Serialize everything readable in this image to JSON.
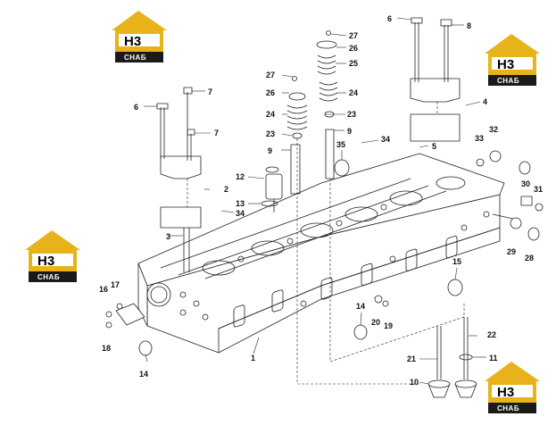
{
  "logo": {
    "main": "H3",
    "sub": "СНАБ"
  },
  "labels": [
    "1",
    "2",
    "3",
    "4",
    "5",
    "6",
    "6",
    "7",
    "7",
    "8",
    "9",
    "9",
    "10",
    "11",
    "12",
    "13",
    "14",
    "14",
    "15",
    "16",
    "17",
    "18",
    "19",
    "20",
    "21",
    "22",
    "23",
    "23",
    "24",
    "24",
    "25",
    "26",
    "26",
    "27",
    "27",
    "28",
    "29",
    "30",
    "31",
    "32",
    "33",
    "34",
    "34",
    "35"
  ],
  "colors": {
    "line": "#222222",
    "logo_gold": "#e7b21a",
    "logo_dark": "#1a1a1a"
  }
}
